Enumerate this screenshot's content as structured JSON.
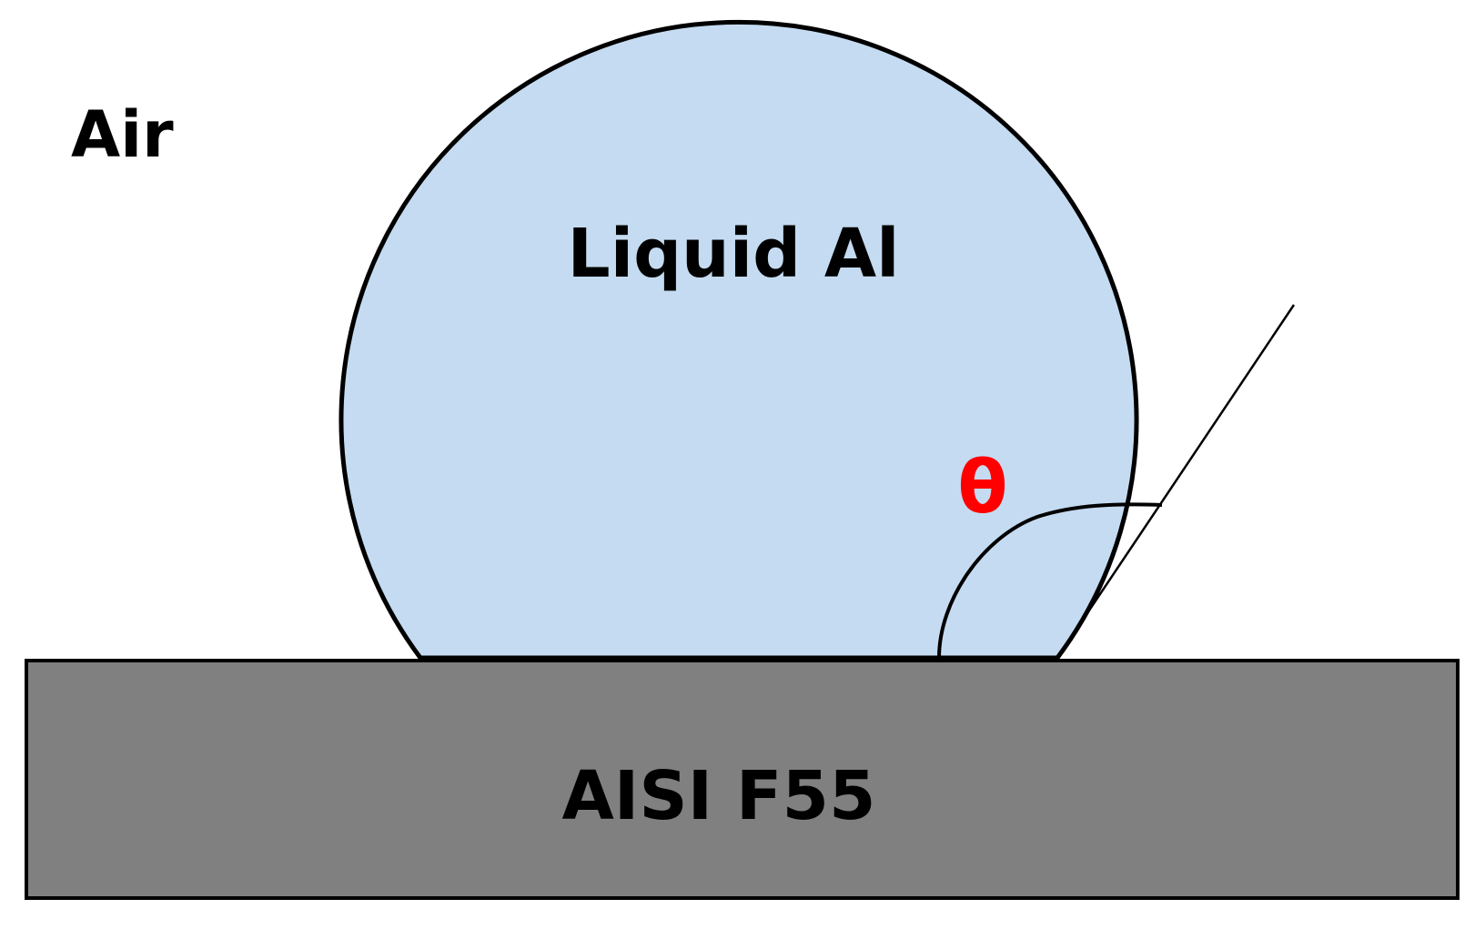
{
  "labels": {
    "medium": "Air",
    "droplet": "Liquid Al",
    "substrate": "AISI F55",
    "angle_symbol": "θ"
  },
  "colors": {
    "background": "#ffffff",
    "droplet_fill": "#c5dbf1",
    "substrate_fill": "#808080",
    "outline": "#000000",
    "angle_symbol": "#ff0000"
  }
}
